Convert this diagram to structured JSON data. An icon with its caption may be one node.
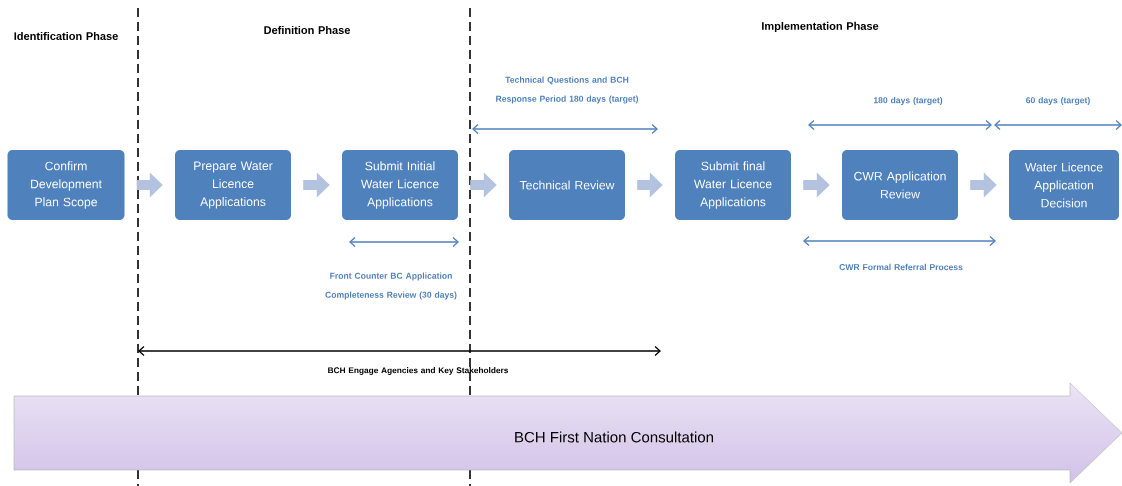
{
  "diagram": {
    "nodes": [
      {
        "text": [
          "Confirm Development Plan Scope"
        ]
      },
      {
        "text": [
          "Prepare Water Licence Applications"
        ]
      },
      {
        "text": [
          "Submit Initial Water Licence Applications"
        ]
      },
      {
        "text": [
          "Technical Review"
        ]
      },
      {
        "text": [
          "Submit final Water Licence Applications"
        ]
      },
      {
        "text": [
          "CWR Application Review"
        ]
      },
      {
        "text": [
          "Water Licence Application Decision"
        ]
      },
      {
        "text": [
          "BCH First Nation Consultation"
        ]
      }
    ],
    "edges": [
      {
        "from": 0,
        "to": 1,
        "arrow": "to"
      },
      {
        "from": 1,
        "to": 2,
        "arrow": "to"
      },
      {
        "from": 2,
        "to": 3,
        "arrow": "to"
      },
      {
        "from": 3,
        "to": 4,
        "arrow": "to"
      },
      {
        "from": 4,
        "to": 5,
        "arrow": "to"
      },
      {
        "from": 5,
        "to": 6,
        "arrow": "to"
      }
    ],
    "labels": [
      "Identification Phase",
      "Definition Phase",
      "Implementation Phase",
      "Technical Questions and BCH Response Period 180 days (target)",
      "180 days (target)",
      "60 days (target)",
      "Front Counter BC Application Completeness Review (30 days)",
      "CWR Formal Referral Process",
      "BCH Engage Agencies and Key Stakeholders"
    ]
  }
}
